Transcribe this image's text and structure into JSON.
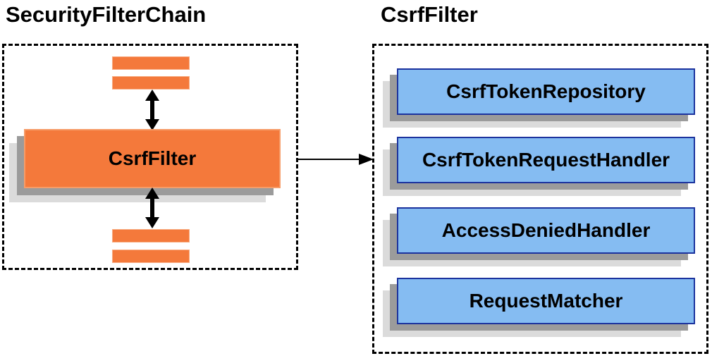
{
  "diagram": {
    "left_panel": {
      "title": "SecurityFilterChain",
      "filter_box_label": "CsrfFilter"
    },
    "right_panel": {
      "title": "CsrfFilter",
      "components": [
        {
          "label": "CsrfTokenRepository"
        },
        {
          "label": "CsrfTokenRequestHandler"
        },
        {
          "label": "AccessDeniedHandler"
        },
        {
          "label": "RequestMatcher"
        }
      ]
    },
    "colors": {
      "filter_fill": "#F4793B",
      "component_fill": "#85BCF2",
      "component_border": "#1C339E",
      "shadow_dark": "#9B9B9B",
      "shadow_light": "#DBDBDB",
      "connector": "#000000"
    }
  }
}
